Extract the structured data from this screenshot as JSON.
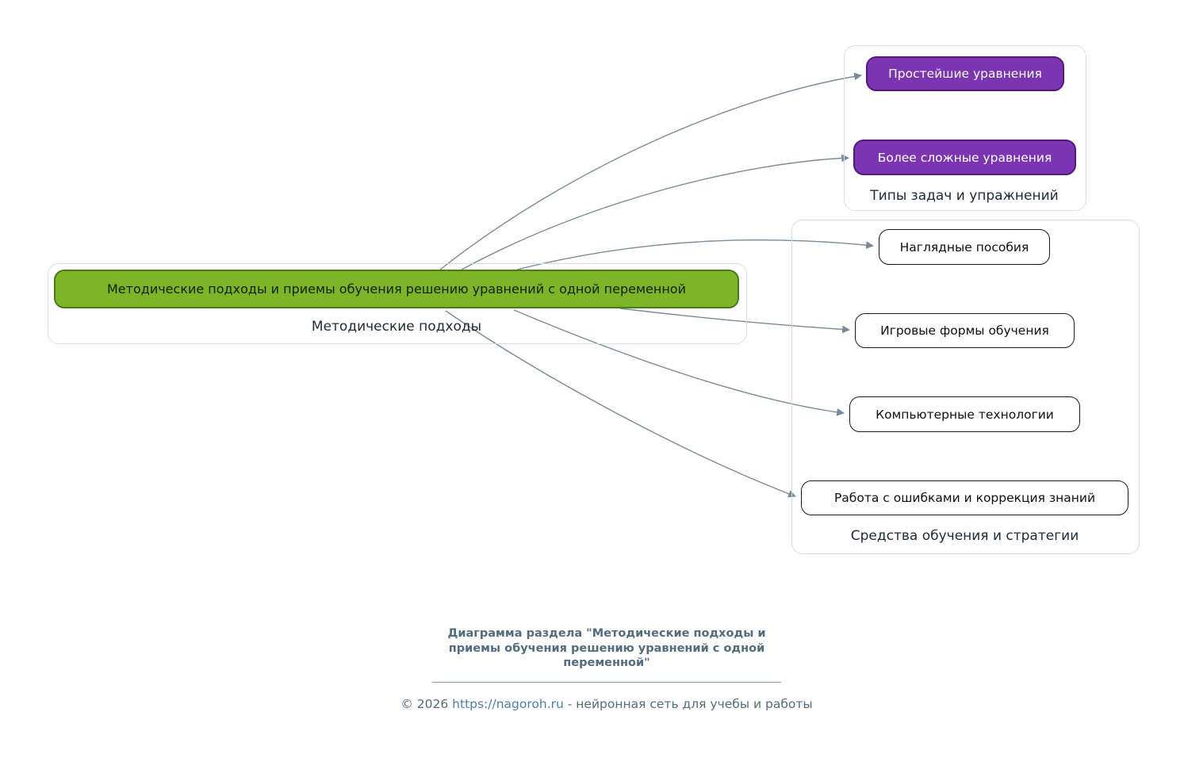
{
  "diagram": {
    "root_group": {
      "label": "Методические подходы"
    },
    "root_node": {
      "label": "Методические подходы и приемы обучения решению уравнений с одной переменной"
    },
    "group_tasks": {
      "label": "Типы задач и упражнений",
      "nodes": [
        {
          "label": "Простейшие уравнения"
        },
        {
          "label": "Более сложные уравнения"
        }
      ]
    },
    "group_tools": {
      "label": "Средства обучения и стратегии",
      "nodes": [
        {
          "label": "Наглядные пособия"
        },
        {
          "label": "Игровые формы обучения"
        },
        {
          "label": "Компьютерные технологии"
        },
        {
          "label": "Работа с ошибками и коррекция знаний"
        }
      ]
    },
    "colors": {
      "root_fill": "#7eb427",
      "root_border": "#4a7a1e",
      "task_fill": "#7c35b1",
      "task_border": "#53197e",
      "tool_fill": "#ffffff",
      "tool_border": "#1a1a1a",
      "edge": "#7b8a97"
    }
  },
  "footer": {
    "title_line1": "Диаграмма раздела \"Методические подходы и",
    "title_line2": "приемы обучения решению уравнений с одной",
    "title_line3": "переменной\"",
    "copyright_prefix": "© 2026 ",
    "copyright_link": "https://nagoroh.ru",
    "copyright_suffix": " - нейронная сеть для учебы и работы"
  }
}
